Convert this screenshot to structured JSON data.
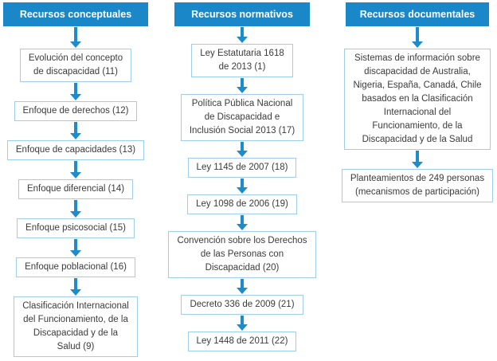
{
  "colors": {
    "header_bg": "#1A87C9",
    "header_text": "#FFFFFF",
    "arrow": "#1E8BCB",
    "box_border": "#9FCEEB",
    "box_text": "#3B3B3B"
  },
  "diagram": {
    "columns": [
      {
        "header": "Recursos conceptuales",
        "boxes": [
          "Evolución del concepto\nde discapacidad (11)",
          "Enfoque de derechos (12)",
          "Enfoque de capacidades (13)",
          "Enfoque diferencial (14)",
          "Enfoque psicosocial (15)",
          "Enfoque poblacional (16)",
          "Clasificación Internacional\ndel Funcionamiento, de la\nDiscapacidad y de la\nSalud (9)"
        ]
      },
      {
        "header": "Recursos normativos",
        "boxes": [
          "Ley Estatutaria 1618\nde 2013 (1)",
          "Política Pública Nacional\nde Discapacidad e\nInclusión Social 2013 (17)",
          "Ley 1145 de 2007 (18)",
          "Ley 1098 de 2006 (19)",
          "Convención sobre los Derechos\nde las Personas con\nDiscapacidad (20)",
          "Decreto 336 de 2009 (21)",
          "Ley 1448 de 2011 (22)"
        ]
      },
      {
        "header": "Recursos documentales",
        "boxes": [
          "Sistemas de información sobre\ndiscapacidad de Australia,\nNigeria, España, Canadá, Chile\nbasados en la Clasificación\nInternacional del\nFuncionamiento, de la\nDiscapacidad y de la Salud",
          "Planteamientos de 249 personas\n(mecanismos de participación)"
        ]
      }
    ]
  }
}
